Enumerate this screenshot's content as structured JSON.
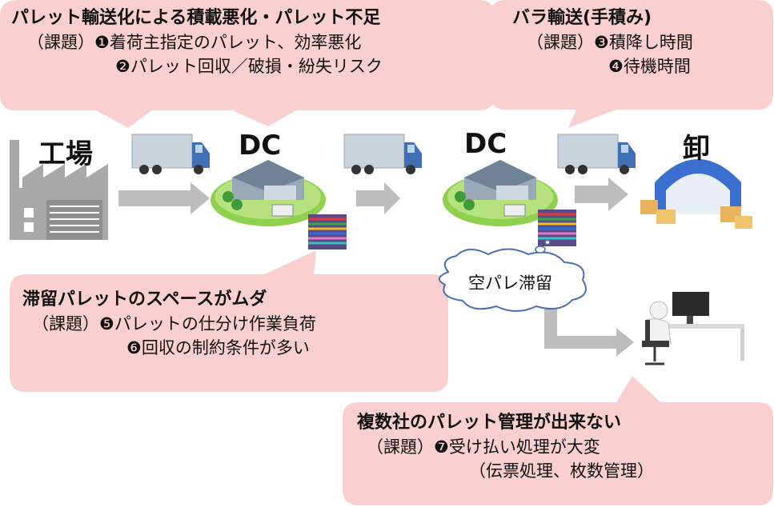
{
  "callouts": {
    "top_left": {
      "title": "パレット輸送化による積載悪化・パレット不足",
      "line1": "（課題）❶着荷主指定のパレット、効率悪化",
      "line2": "❷パレット回収／破損・紛失リスク"
    },
    "top_right": {
      "title": "バラ輸送(手積み)",
      "line1": "（課題）❸積降し時間",
      "line2": "❹待機時間"
    },
    "middle_left": {
      "title": "滞留パレットのスペースがムダ",
      "line1": "（課題）❺パレットの仕分け作業負荷",
      "line2": "❻回収の制約条件が多い"
    },
    "bottom_right": {
      "title": "複数社のパレット管理が出来ない",
      "line1": "（課題）❼受け払い処理が大変",
      "line2": "（伝票処理、枚数管理）"
    }
  },
  "locations": {
    "factory": "工場",
    "dc1": "DC",
    "dc2": "DC",
    "wholesale": "卸"
  },
  "cloud": {
    "label": "空パレ滞留"
  },
  "colors": {
    "callout_fill": "#f9cfcf",
    "arrow_gray": "#bdbdbd",
    "truck_body": "#c9d3dc",
    "truck_cab": "#3f6fb5"
  }
}
